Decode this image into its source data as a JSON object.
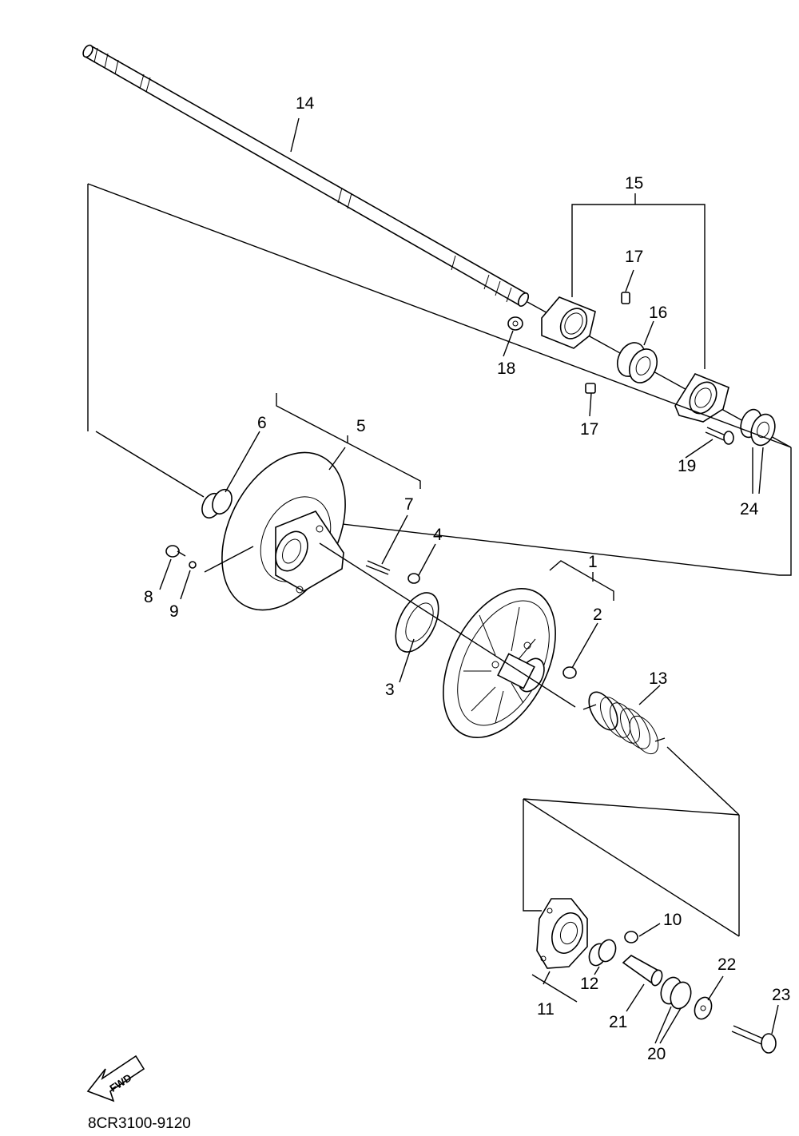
{
  "diagram": {
    "code": "8CR3100-9120",
    "fwd_label": "FWD",
    "callouts": [
      "1",
      "2",
      "3",
      "4",
      "5",
      "6",
      "7",
      "8",
      "9",
      "10",
      "11",
      "12",
      "13",
      "14",
      "15",
      "16",
      "17",
      "17",
      "18",
      "19",
      "20",
      "21",
      "22",
      "23",
      "24"
    ]
  }
}
